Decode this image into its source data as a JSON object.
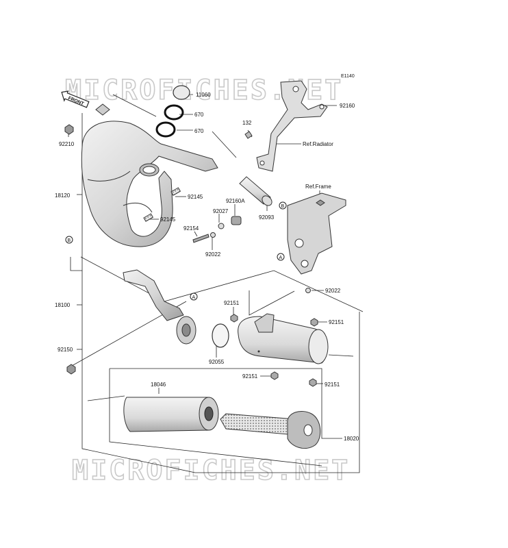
{
  "diagram_code": "E1140",
  "watermark": "MICROFICHES.NET",
  "front_arrow_label": "FRONT",
  "ref_labels": [
    "Ref.Radiator",
    "Ref.Frame"
  ],
  "markers": [
    "A",
    "B"
  ],
  "part_numbers": {
    "p11060": "11060",
    "p670a": "670",
    "p670b": "670",
    "p92160": "92160",
    "p132": "132",
    "p92210": "92210",
    "p18120": "18120",
    "p92145a": "92145",
    "p92145b": "92145",
    "p92160A": "92160A",
    "p92027": "92027",
    "p92093": "92093",
    "p92154": "92154",
    "p92022a": "92022",
    "p92022b": "92022",
    "p18100": "18100",
    "p92151a": "92151",
    "p92151b": "92151",
    "p92151c": "92151",
    "p92151d": "92151",
    "p92150": "92150",
    "p92055": "92055",
    "p18046": "18046",
    "p18020": "18020"
  },
  "colors": {
    "line": "#222222",
    "part_fill": "#e2e2e2",
    "part_shade": "#bdbdbd",
    "watermark_stroke": "#c9c9c9"
  }
}
